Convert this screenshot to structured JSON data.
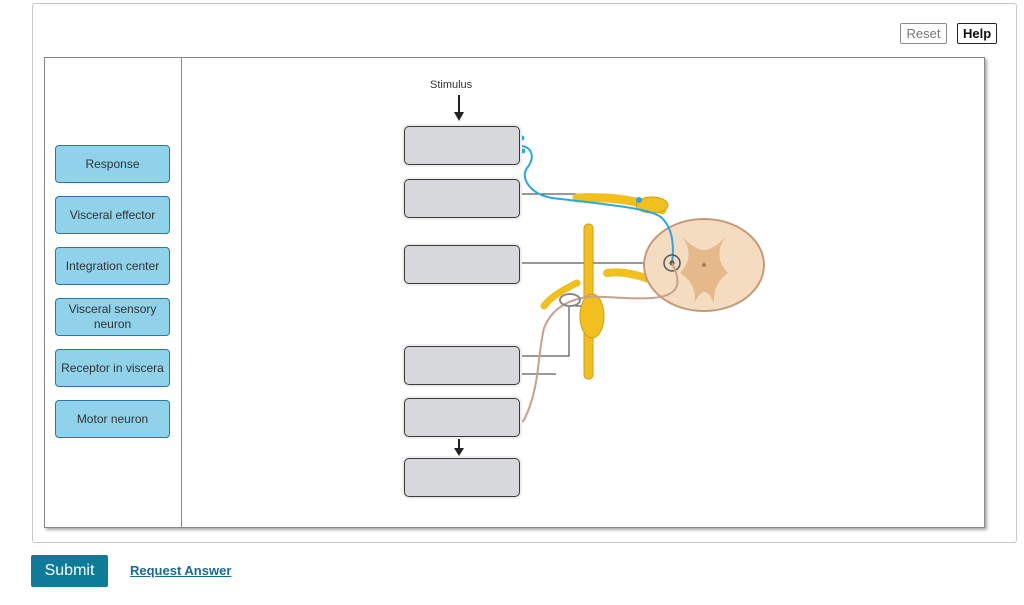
{
  "toolbar": {
    "reset_label": "Reset",
    "help_label": "Help"
  },
  "labels": [
    {
      "text": "Response"
    },
    {
      "text": "Visceral effector"
    },
    {
      "text": "Integration center"
    },
    {
      "text": "Visceral sensory neuron"
    },
    {
      "text": "Receptor in viscera"
    },
    {
      "text": "Motor neuron"
    }
  ],
  "diagram": {
    "stimulus_label": "Stimulus",
    "drop_target_count": 6
  },
  "footer": {
    "submit_label": "Submit",
    "request_answer_label": "Request Answer"
  },
  "colors": {
    "label_tile": "#8fd2ea",
    "label_border": "#2c74ad",
    "drop_target": "#d7d8db",
    "submit": "#0e7c99",
    "link": "#1a6a99",
    "sensory_neuron": "#29a9e0",
    "nerve": "#f2c01e",
    "motor_neuron": "#c9a08a"
  }
}
